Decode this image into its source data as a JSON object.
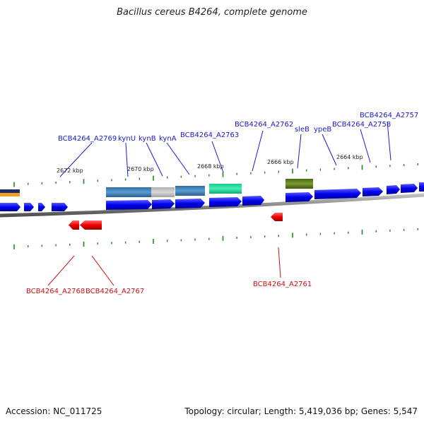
{
  "title": "Bacillus cereus B4264, complete genome",
  "footer": {
    "accession": "Accession: NC_011725",
    "summary": "Topology: circular; Length: 5,419,036 bp; Genes: 5,547"
  },
  "colors": {
    "forward_label": "#1a1acc",
    "reverse_label": "#cc1111",
    "tick": "#1a8a1a",
    "backbone": "#808080",
    "forward_gene": "#0000ee",
    "reverse_gene": "#ee0000"
  },
  "scale_labels": [
    "2672 kbp",
    "2670 kbp",
    "2668 kbp",
    "2666 kbp",
    "2664 kbp"
  ],
  "forward_labels": [
    "BCB4264_A2769",
    "kynU",
    "kynB",
    "kynA",
    "BCB4264_A2763",
    "BCB4264_A2762",
    "sleB",
    "ypeB",
    "BCB4264_A2758",
    "BCB4264_A2757"
  ],
  "reverse_labels": [
    "BCB4264_A2768",
    "BCB4264_A2767",
    "BCB4264_A2761"
  ]
}
